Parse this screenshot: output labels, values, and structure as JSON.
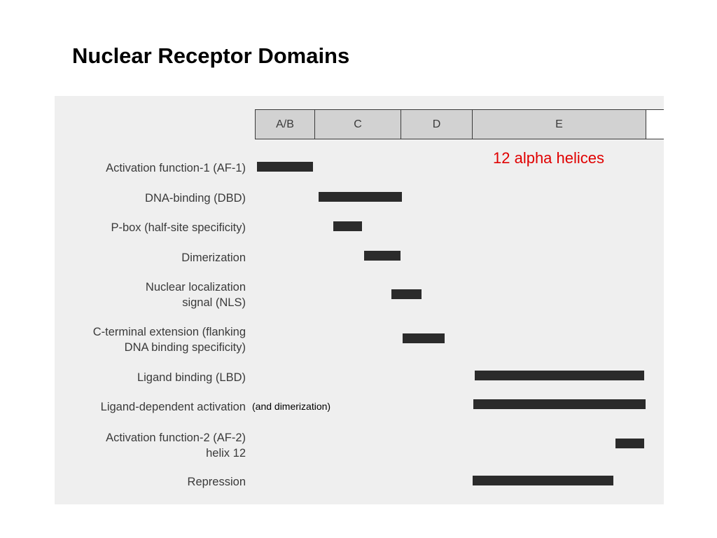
{
  "title": "Nuclear Receptor Domains",
  "domains": [
    {
      "label": "A/B"
    },
    {
      "label": "C"
    },
    {
      "label": "D"
    },
    {
      "label": "E"
    }
  ],
  "rows": [
    {
      "label": "Activation function-1 (AF-1)"
    },
    {
      "label": "DNA-binding (DBD)"
    },
    {
      "label": "P-box (half-site specificity)"
    },
    {
      "label": "Dimerization"
    },
    {
      "label": "Nuclear localization\nsignal (NLS)"
    },
    {
      "label": "C-terminal extension (flanking\nDNA binding specificity)"
    },
    {
      "label": "Ligand binding (LBD)"
    },
    {
      "label": "Ligand-dependent activation"
    },
    {
      "label": "Activation function-2 (AF-2)\nhelix 12"
    },
    {
      "label": "Repression"
    }
  ],
  "annotation": "(and dimerization)",
  "callout": "12 alpha helices",
  "colors": {
    "callout": "#e00000",
    "bar": "#2b2b2b",
    "domain_fill": "#d2d2d2",
    "figure_bg": "#efefef"
  }
}
